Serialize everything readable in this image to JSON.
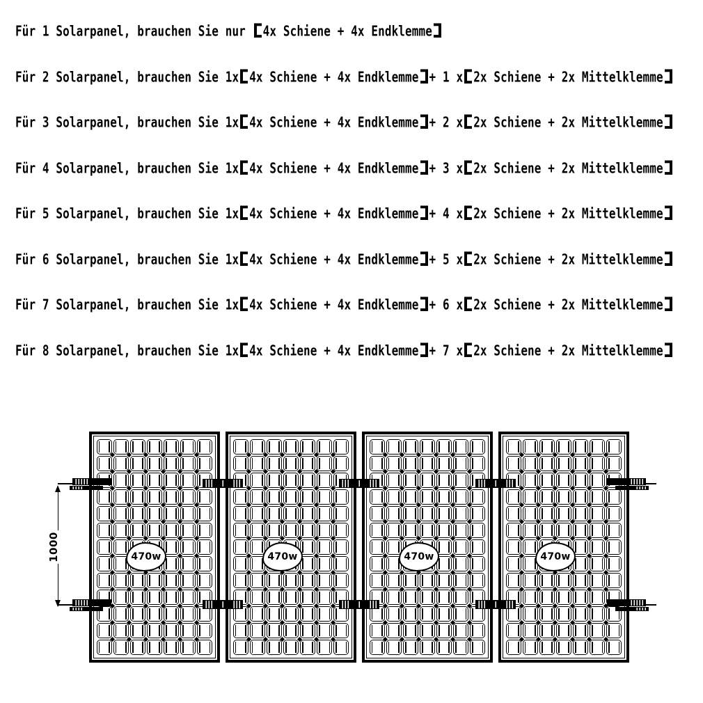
{
  "colors": {
    "ink": "#000000",
    "background": "#ffffff"
  },
  "instructions": {
    "lines": [
      "Für 1 Solarpanel, brauchen Sie nur 【4x Schiene + 4x Endklemme】",
      "Für 2 Solarpanel, brauchen Sie 1x【4x Schiene + 4x Endklemme】+ 1 x【2x Schiene + 2x Mittelklemme】",
      "Für 3 Solarpanel, brauchen Sie 1x【4x Schiene + 4x Endklemme】+ 2 x【2x Schiene + 2x Mittelklemme】",
      "Für 4 Solarpanel, brauchen Sie 1x【4x Schiene + 4x Endklemme】+ 3 x【2x Schiene + 2x Mittelklemme】",
      "Für 5 Solarpanel, brauchen Sie 1x【4x Schiene + 4x Endklemme】+ 4 x【2x Schiene + 2x Mittelklemme】",
      "Für 6 Solarpanel, brauchen Sie 1x【4x Schiene + 4x Endklemme】+ 5 x【2x Schiene + 2x Mittelklemme】",
      "Für 7 Solarpanel, brauchen Sie 1x【4x Schiene + 4x Endklemme】+ 6 x【2x Schiene + 2x Mittelklemme】",
      "Für 8 Solarpanel, brauchen Sie 1x【4x Schiene + 4x Endklemme】+ 7 x【2x Schiene + 2x Mittelklemme】"
    ]
  },
  "diagram": {
    "panel_count": 4,
    "panel_label": "470w",
    "cell_columns": 7,
    "cell_rows": 13,
    "clamp_row_count": 2,
    "dimension_label": "1000"
  }
}
